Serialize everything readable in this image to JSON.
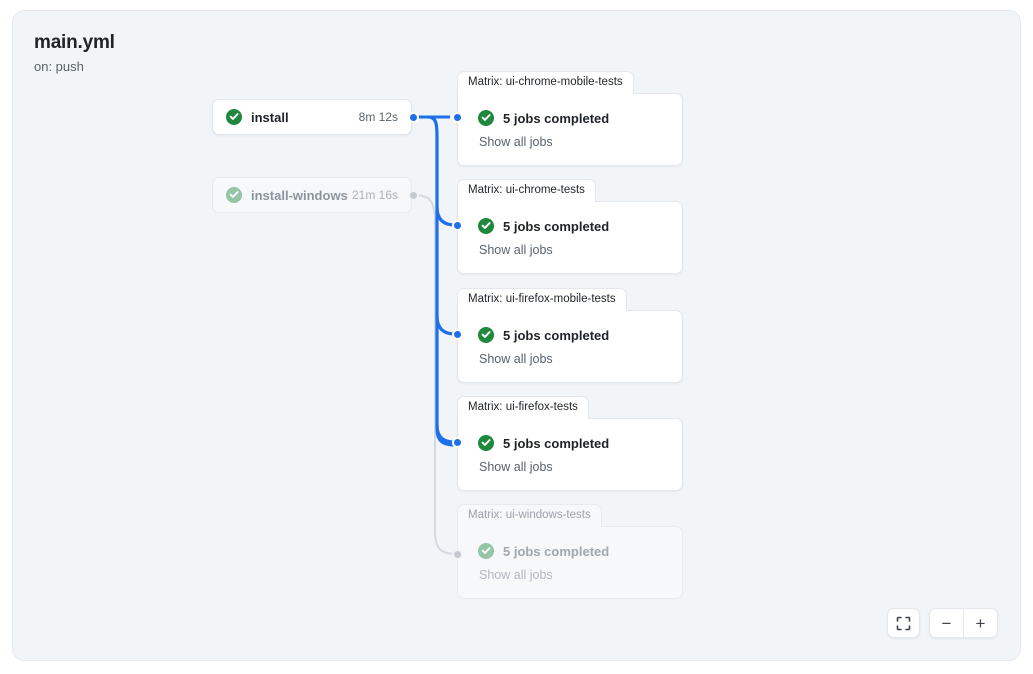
{
  "header": {
    "title": "main.yml",
    "subtitle": "on: push"
  },
  "colors": {
    "canvas_bg": "#f2f5f8",
    "edge_active": "#1f6feb",
    "edge_dimmed": "#d4dae1",
    "status_success": "#1f883d",
    "card_bg": "#ffffff",
    "text_primary": "#1f2328",
    "text_muted": "#59636e"
  },
  "jobs": [
    {
      "name": "install",
      "status_icon": "check-circle-success-icon",
      "duration": "8m 12s",
      "dimmed": false
    },
    {
      "name": "install-windows",
      "status_icon": "check-circle-success-icon",
      "duration": "21m 16s",
      "dimmed": true
    }
  ],
  "matrices": [
    {
      "tab_label": "Matrix: ui-chrome-mobile-tests",
      "status_icon": "check-circle-success-icon",
      "summary": "5 jobs completed",
      "show_all_label": "Show all jobs",
      "dimmed": false
    },
    {
      "tab_label": "Matrix: ui-chrome-tests",
      "status_icon": "check-circle-success-icon",
      "summary": "5 jobs completed",
      "show_all_label": "Show all jobs",
      "dimmed": false
    },
    {
      "tab_label": "Matrix: ui-firefox-mobile-tests",
      "status_icon": "check-circle-success-icon",
      "summary": "5 jobs completed",
      "show_all_label": "Show all jobs",
      "dimmed": false
    },
    {
      "tab_label": "Matrix: ui-firefox-tests",
      "status_icon": "check-circle-success-icon",
      "summary": "5 jobs completed",
      "show_all_label": "Show all jobs",
      "dimmed": false
    },
    {
      "tab_label": "Matrix: ui-windows-tests",
      "status_icon": "check-circle-success-icon",
      "summary": "5 jobs completed",
      "show_all_label": "Show all jobs",
      "dimmed": true
    }
  ],
  "controls": {
    "fit_icon": "fit-to-screen-icon",
    "zoom_out_icon": "minus-icon",
    "zoom_out_label": "−",
    "zoom_in_icon": "plus-icon",
    "zoom_in_label": "+"
  }
}
